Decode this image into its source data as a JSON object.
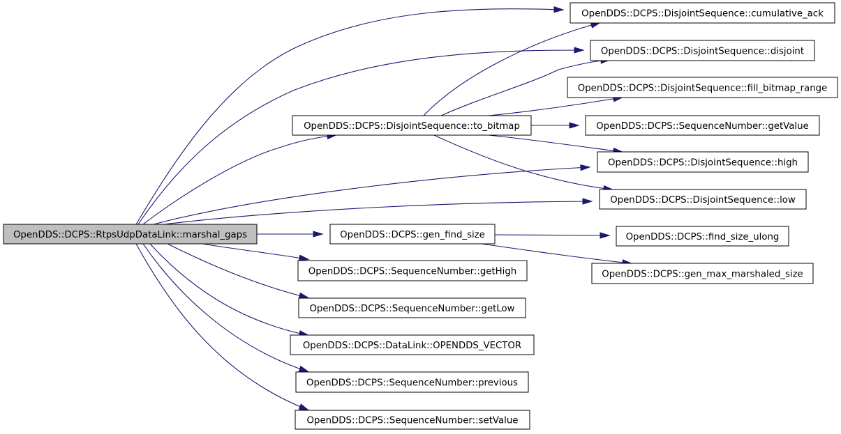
{
  "graph": {
    "root": {
      "id": "marshal_gaps",
      "label": "OpenDDS::DCPS::RtpsUdpDataLink::marshal_gaps"
    },
    "nodes": [
      {
        "id": "cumulative_ack",
        "label": "OpenDDS::DCPS::DisjointSequence::cumulative_ack"
      },
      {
        "id": "disjoint",
        "label": "OpenDDS::DCPS::DisjointSequence::disjoint"
      },
      {
        "id": "fill_bitmap_range",
        "label": "OpenDDS::DCPS::DisjointSequence::fill_bitmap_range"
      },
      {
        "id": "to_bitmap",
        "label": "OpenDDS::DCPS::DisjointSequence::to_bitmap"
      },
      {
        "id": "getValue",
        "label": "OpenDDS::DCPS::SequenceNumber::getValue"
      },
      {
        "id": "high",
        "label": "OpenDDS::DCPS::DisjointSequence::high"
      },
      {
        "id": "low",
        "label": "OpenDDS::DCPS::DisjointSequence::low"
      },
      {
        "id": "gen_find_size",
        "label": "OpenDDS::DCPS::gen_find_size"
      },
      {
        "id": "find_size_ulong",
        "label": "OpenDDS::DCPS::find_size_ulong"
      },
      {
        "id": "gen_max_marshaled_size",
        "label": "OpenDDS::DCPS::gen_max_marshaled_size"
      },
      {
        "id": "getHigh",
        "label": "OpenDDS::DCPS::SequenceNumber::getHigh"
      },
      {
        "id": "getLow",
        "label": "OpenDDS::DCPS::SequenceNumber::getLow"
      },
      {
        "id": "OPENDDS_VECTOR",
        "label": "OpenDDS::DCPS::DataLink::OPENDDS_VECTOR"
      },
      {
        "id": "previous",
        "label": "OpenDDS::DCPS::SequenceNumber::previous"
      },
      {
        "id": "setValue",
        "label": "OpenDDS::DCPS::SequenceNumber::setValue"
      }
    ],
    "edges": [
      [
        "marshal_gaps",
        "cumulative_ack"
      ],
      [
        "marshal_gaps",
        "disjoint"
      ],
      [
        "marshal_gaps",
        "to_bitmap"
      ],
      [
        "marshal_gaps",
        "high"
      ],
      [
        "marshal_gaps",
        "low"
      ],
      [
        "marshal_gaps",
        "gen_find_size"
      ],
      [
        "marshal_gaps",
        "getHigh"
      ],
      [
        "marshal_gaps",
        "getLow"
      ],
      [
        "marshal_gaps",
        "OPENDDS_VECTOR"
      ],
      [
        "marshal_gaps",
        "previous"
      ],
      [
        "marshal_gaps",
        "setValue"
      ],
      [
        "to_bitmap",
        "cumulative_ack"
      ],
      [
        "to_bitmap",
        "disjoint"
      ],
      [
        "to_bitmap",
        "fill_bitmap_range"
      ],
      [
        "to_bitmap",
        "getValue"
      ],
      [
        "to_bitmap",
        "high"
      ],
      [
        "to_bitmap",
        "low"
      ],
      [
        "gen_find_size",
        "find_size_ulong"
      ],
      [
        "gen_find_size",
        "gen_max_marshaled_size"
      ]
    ],
    "colors": {
      "edge": "#191970",
      "root_fill": "#bfbfbf",
      "node_fill": "#ffffff",
      "border": "#000000"
    }
  }
}
